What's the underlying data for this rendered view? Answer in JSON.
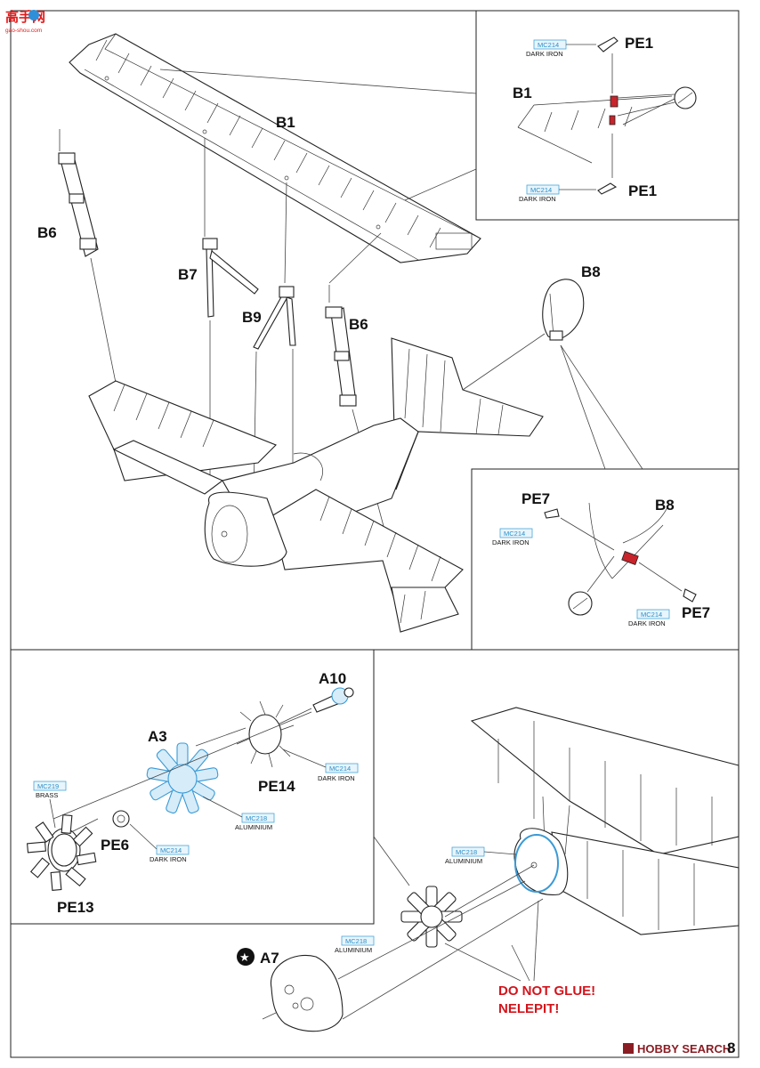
{
  "watermark": {
    "title": "高手网",
    "url": "gao-shou.com"
  },
  "callouts": {
    "b1": "B1",
    "b6_left": "B6",
    "b6_right": "B6",
    "b7": "B7",
    "b9": "B9",
    "b8": "B8",
    "pe1_top": "PE1",
    "pe1_bottom": "PE1",
    "b1_inset": "B1",
    "pe7_top": "PE7",
    "pe7_bottom": "PE7",
    "b8_inset": "B8",
    "a10": "A10",
    "a3": "A3",
    "pe14": "PE14",
    "pe6": "PE6",
    "pe13": "PE13",
    "a7": "A7"
  },
  "paints": [
    {
      "id": "pe1_top",
      "code": "MC214",
      "material": "DARK IRON"
    },
    {
      "id": "pe1_bottom",
      "code": "MC214",
      "material": "DARK IRON"
    },
    {
      "id": "pe7_top",
      "code": "MC214",
      "material": "DARK IRON"
    },
    {
      "id": "pe7_bottom",
      "code": "MC214",
      "material": "DARK IRON"
    },
    {
      "id": "pe14",
      "code": "MC214",
      "material": "DARK IRON"
    },
    {
      "id": "a3",
      "code": "MC218",
      "material": "ALUMINIUM"
    },
    {
      "id": "pe13",
      "code": "MC219",
      "material": "BRASS"
    },
    {
      "id": "pe6",
      "code": "MC214",
      "material": "DARK IRON"
    },
    {
      "id": "cowl_ring",
      "code": "MC218",
      "material": "ALUMINIUM"
    },
    {
      "id": "engine",
      "code": "MC218",
      "material": "ALUMINIUM"
    }
  ],
  "warning": {
    "line1": "DO NOT GLUE!",
    "line2": "NELEPIT!"
  },
  "footer": {
    "brand": "HOBBY SEARCH",
    "page_number": "8"
  },
  "colors": {
    "paint_code": "#2a8fc7",
    "warning": "#d4141c",
    "aluminium_tint": "#d6ecf8",
    "highlight_red": "#c8242c"
  }
}
